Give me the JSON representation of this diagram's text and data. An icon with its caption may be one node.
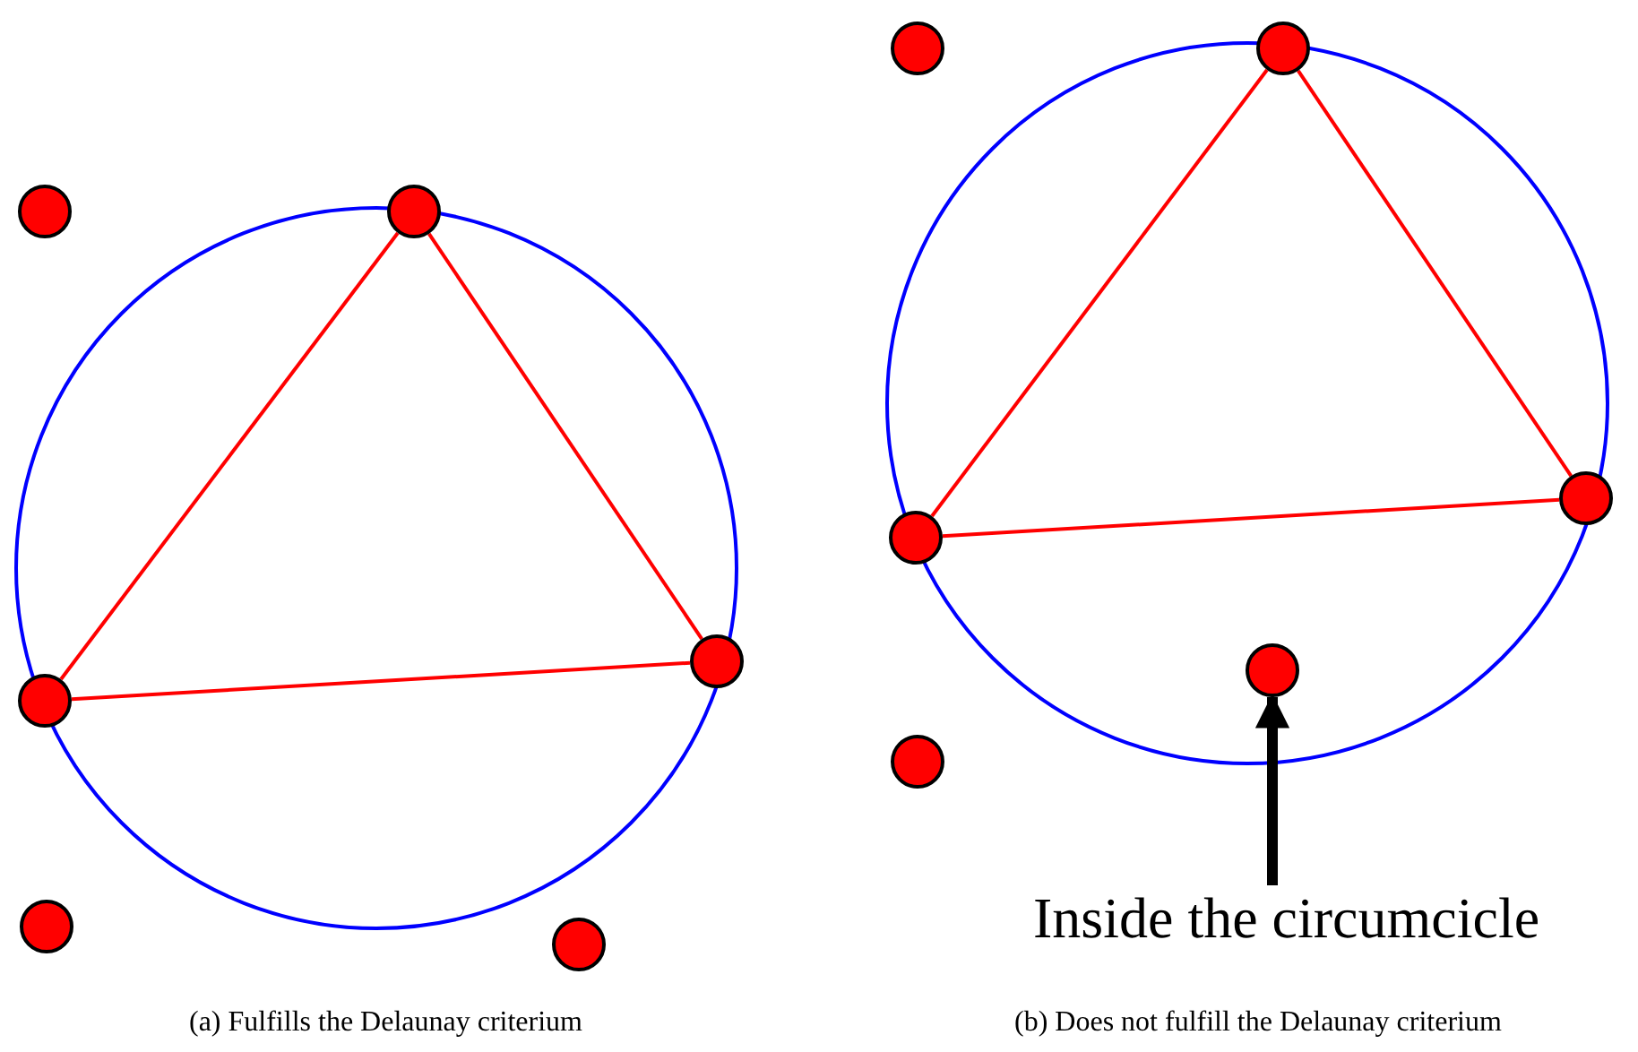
{
  "diagram": {
    "nodes": [
      {
        "text": [],
        "shape": "circle"
      },
      {
        "text": [],
        "shape": "circle"
      },
      {
        "text": [],
        "shape": "circle"
      },
      {
        "text": [],
        "shape": "circle"
      },
      {
        "text": [],
        "shape": "circle"
      },
      {
        "text": [],
        "shape": "circle"
      },
      {
        "text": [],
        "shape": "circle"
      },
      {
        "text": [],
        "shape": "circle"
      },
      {
        "text": [],
        "shape": "circle"
      },
      {
        "text": [],
        "shape": "circle"
      },
      {
        "text": [],
        "shape": "circle"
      },
      {
        "text": [],
        "shape": "circle"
      },
      {
        "text": [
          "Inside the circumcicle"
        ]
      }
    ],
    "edges": [
      {
        "from": 1,
        "to": 3,
        "arrow": "none"
      },
      {
        "from": 1,
        "to": 2,
        "arrow": "none"
      },
      {
        "from": 3,
        "to": 2,
        "arrow": "none"
      },
      {
        "from": 7,
        "to": 9,
        "arrow": "none"
      },
      {
        "from": 7,
        "to": 8,
        "arrow": "none"
      },
      {
        "from": 9,
        "to": 8,
        "arrow": "none"
      },
      {
        "from": 12,
        "to": 10,
        "arrow": "to",
        "style": "thick",
        "color": "#000000"
      }
    ],
    "labels": [
      "(a) Fulfills the Delaunay criterium",
      "(b) Does not fulfill the Delaunay criterium"
    ]
  }
}
